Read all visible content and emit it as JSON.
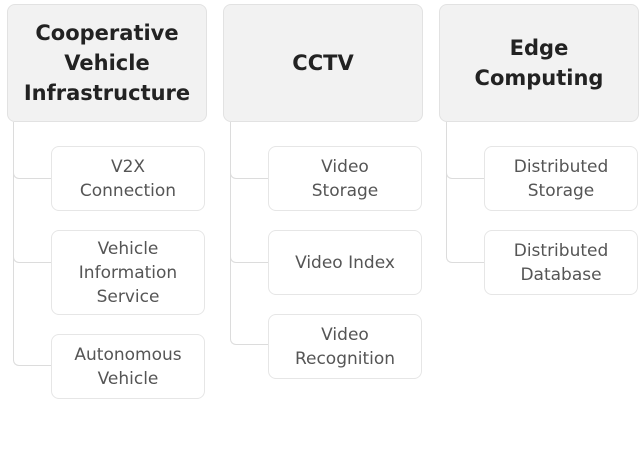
{
  "columns": [
    {
      "title": "Cooperative\nVehicle\nInfrastructure",
      "children": [
        "V2X\nConnection",
        "Vehicle\nInformation\nService",
        "Autonomous\nVehicle"
      ]
    },
    {
      "title": "CCTV",
      "children": [
        "Video\nStorage",
        "Video Index",
        "Video\nRecognition"
      ]
    },
    {
      "title": "Edge\nComputing",
      "children": [
        "Distributed\nStorage",
        "Distributed\nDatabase"
      ]
    }
  ],
  "colors": {
    "header_bg": "#f2f2f2",
    "border": "#e2e2e2",
    "connector": "#dcdcdc",
    "header_text": "#222222",
    "child_text": "#555555"
  }
}
